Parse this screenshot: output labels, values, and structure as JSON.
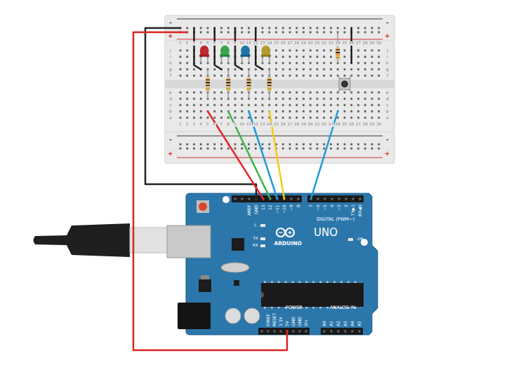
{
  "diagram": {
    "labels": [
      "-",
      "+",
      "-",
      "+",
      "-",
      "+",
      "-",
      "+",
      "1",
      "2",
      "3",
      "4",
      "5",
      "6",
      "7",
      "8",
      "9",
      "10",
      "11",
      "12",
      "13",
      "14",
      "15",
      "16",
      "17",
      "18",
      "19",
      "20",
      "21",
      "22",
      "23",
      "24",
      "25",
      "26",
      "27",
      "28",
      "29",
      "30",
      "1",
      "2",
      "3",
      "4",
      "5",
      "6",
      "7",
      "8",
      "9",
      "10",
      "11",
      "12",
      "13",
      "14",
      "15",
      "16",
      "17",
      "18",
      "19",
      "20",
      "21",
      "22",
      "23",
      "24",
      "25",
      "26",
      "27",
      "28",
      "29",
      "30",
      "j",
      "i",
      "h",
      "g",
      "f",
      "e",
      "d",
      "c",
      "b",
      "a",
      "j",
      "i",
      "h",
      "g",
      "f",
      "e",
      "d",
      "c",
      "b",
      "a",
      "AREF",
      "GND",
      "13",
      "12",
      "~11",
      "~10",
      "~9",
      "8",
      "7",
      "~6",
      "~5",
      "4",
      "~3",
      "2",
      "TX▶1",
      "RX◀0",
      "DIGITAL (PWM~)",
      "L",
      "TX",
      "RX",
      "ON",
      "ARDUINO",
      "UNO",
      "IOREF",
      "RESET",
      "3.3V",
      "5V",
      "GND",
      "GND",
      "Vin",
      "POWER",
      "ANALOG IN",
      "A0",
      "A1",
      "A2",
      "A3",
      "A4",
      "A5"
    ]
  }
}
